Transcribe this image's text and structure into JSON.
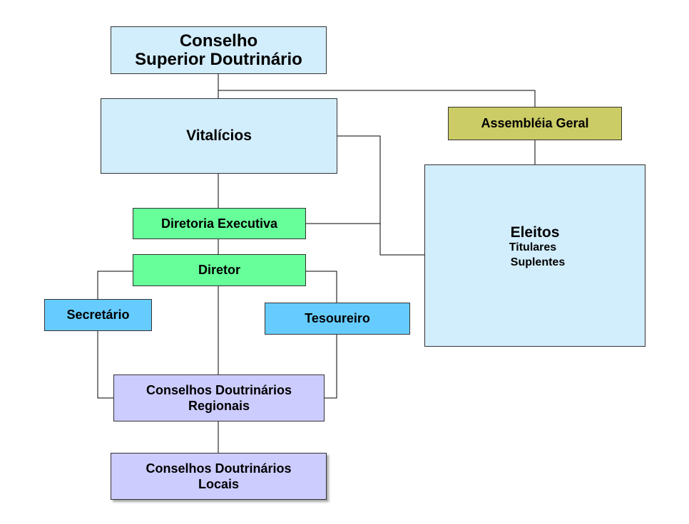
{
  "nodes": {
    "conselho_superior": {
      "line1": "Conselho",
      "line2": "Superior Doutrinário"
    },
    "vitalicios": {
      "label": "Vitalícios"
    },
    "assembleia": {
      "label": "Assembléia Geral"
    },
    "eleitos": {
      "title": "Eleitos",
      "item1": "Titulares",
      "item2": "Suplentes"
    },
    "diretoria": {
      "label": "Diretoria Executiva"
    },
    "diretor": {
      "label": "Diretor"
    },
    "secretario": {
      "label": "Secretário"
    },
    "tesoureiro": {
      "label": "Tesoureiro"
    },
    "regionais": {
      "line1": "Conselhos Doutrinários",
      "line2": "Regionais"
    },
    "locais": {
      "line1": "Conselhos Doutrinários",
      "line2": "Locais"
    }
  },
  "colors": {
    "light_blue": "#d2edfc",
    "green": "#66ff99",
    "blue": "#66ccff",
    "lavender": "#ccccff",
    "olive": "#cccc66"
  }
}
